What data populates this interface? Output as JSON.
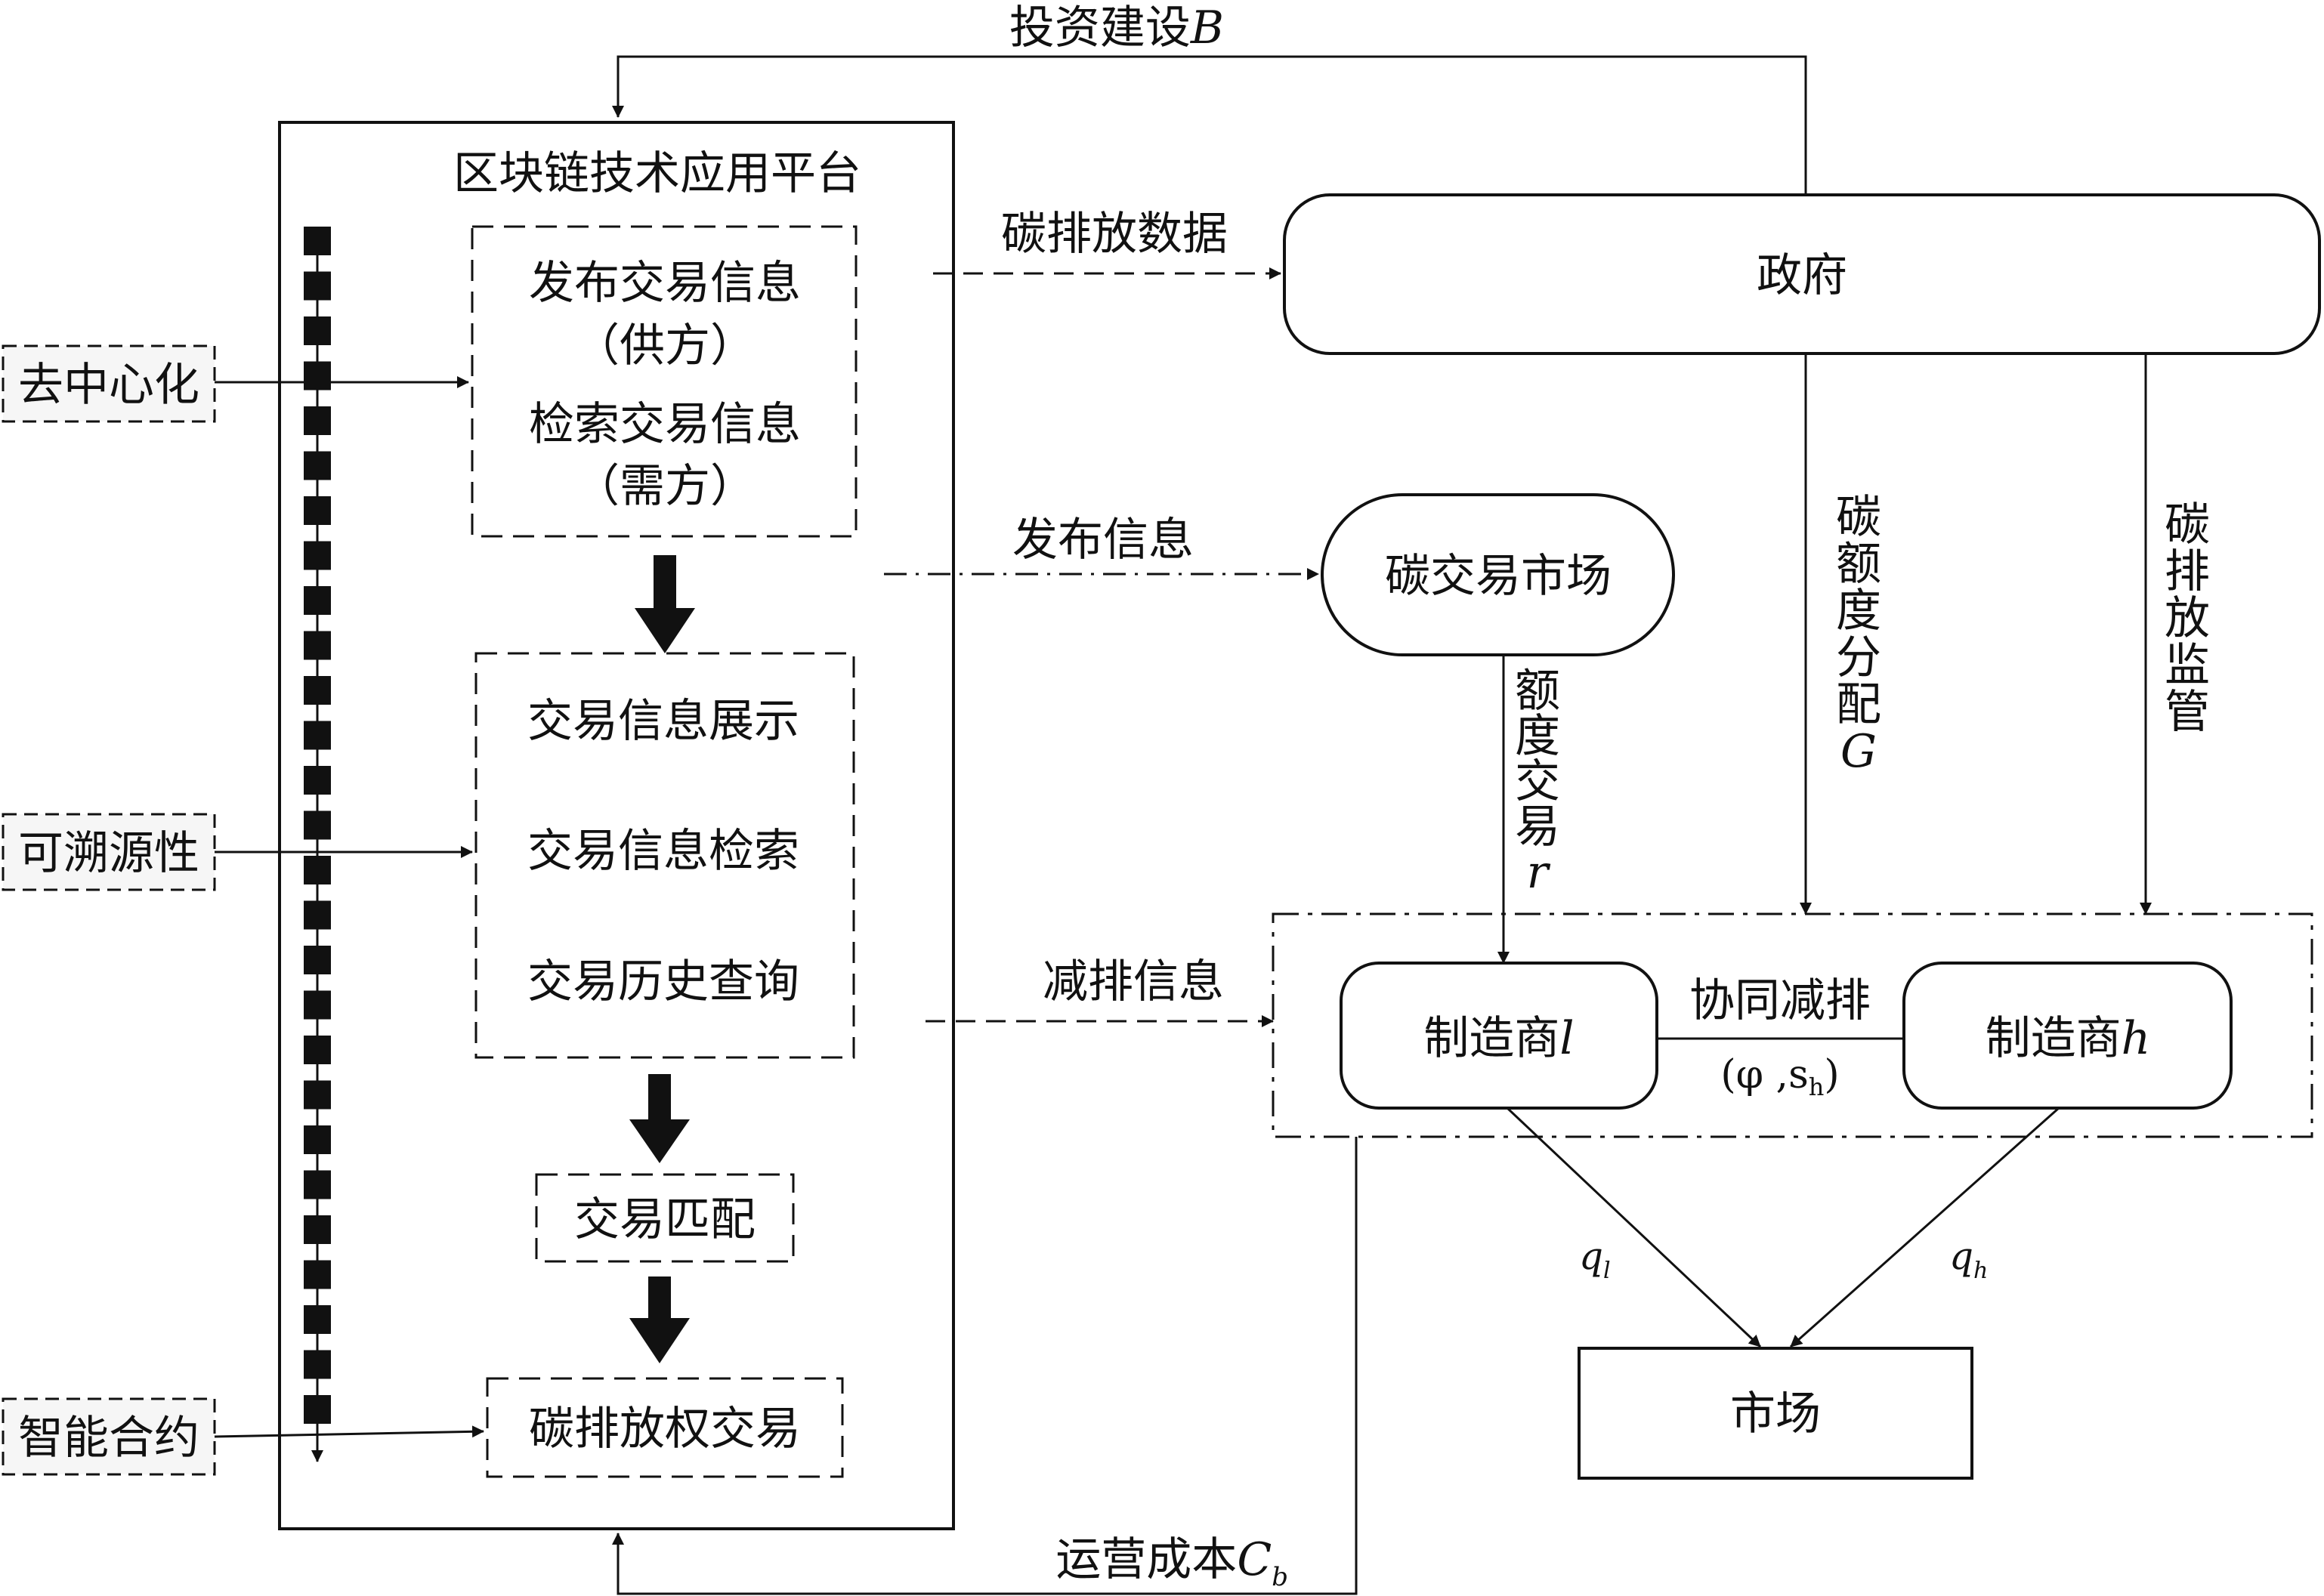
{
  "platform": {
    "title": "区块链技术应用平台",
    "publish_info": "发布交易信息",
    "publish_supplier": "（供方）",
    "search_info": "检索交易信息",
    "search_demander": "（需方）",
    "info_display": "交易信息展示",
    "info_search": "交易信息检索",
    "history_query": "交易历史查询",
    "matching": "交易匹配",
    "emission_trading": "碳排放权交易"
  },
  "features": {
    "decentralization": "去中心化",
    "traceability": "可溯源性",
    "smart_contract": "智能合约"
  },
  "government": {
    "label": "政府"
  },
  "carbon_market": {
    "label": "碳交易市场"
  },
  "manufacturers": {
    "low": "制造商",
    "low_symbol": "l",
    "high": "制造商",
    "high_symbol": "h",
    "cooperation": "协同减排",
    "coop_params": "(φ ,s",
    "coop_params_sub": "h",
    "coop_params_close": ")"
  },
  "market": {
    "label": "市场"
  },
  "flows": {
    "investment": "投资建设",
    "investment_symbol": "B",
    "emission_data": "碳排放数据",
    "publish_info": "发布信息",
    "reduction_info": "减排信息",
    "quota_trade_chars": [
      "额",
      "度",
      "交",
      "易"
    ],
    "quota_trade_symbol": "r",
    "quota_alloc_chars": [
      "碳",
      "额",
      "度",
      "分",
      "配"
    ],
    "quota_alloc_symbol": "G",
    "supervision_chars": [
      "碳",
      "排",
      "放",
      "监",
      "管"
    ],
    "output_low": "q",
    "output_low_sub": "l",
    "output_high": "q",
    "output_high_sub": "h",
    "operating_cost": "运营成本",
    "operating_cost_symbol": "C",
    "operating_cost_sub": "b"
  }
}
